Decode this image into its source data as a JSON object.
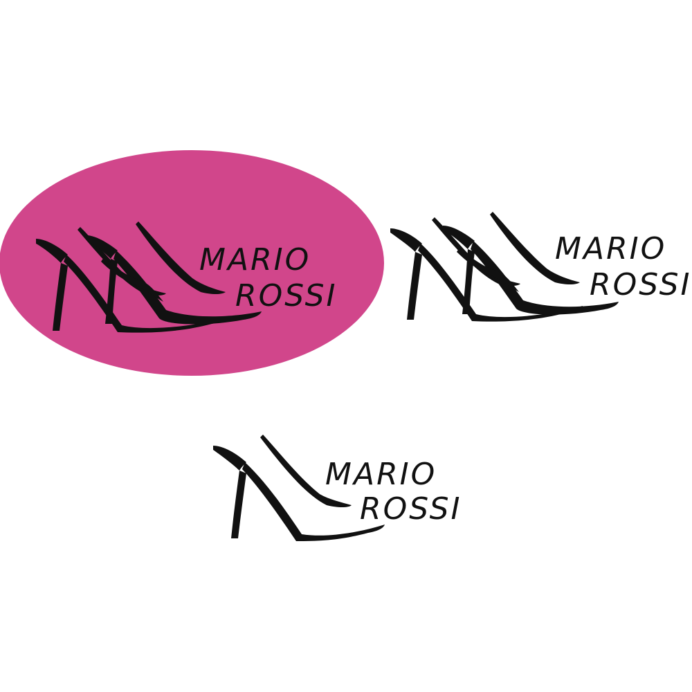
{
  "colors": {
    "oval_fill": "#d1468b",
    "ink": "#111111",
    "background": "#ffffff"
  },
  "logos": [
    {
      "variant": "pink-oval-two-shoes",
      "line1": "MARIO",
      "line2": "ROSSI"
    },
    {
      "variant": "plain-two-shoes",
      "line1": "MARIO",
      "line2": "ROSSI"
    },
    {
      "variant": "plain-single-shoe",
      "line1": "MARIO",
      "line2": "ROSSI"
    }
  ]
}
